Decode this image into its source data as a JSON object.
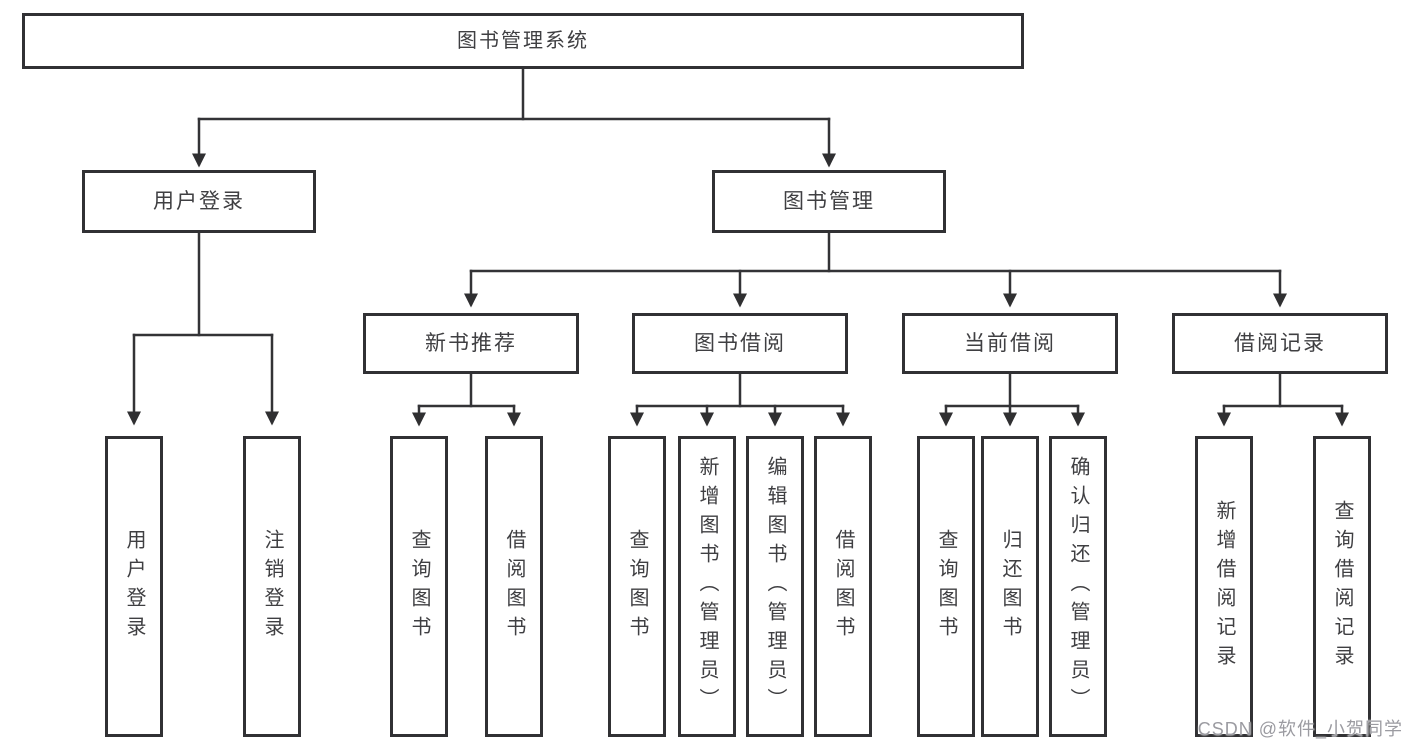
{
  "colors": {
    "background": "#ffffff",
    "line": "#333336",
    "box_border": "#313134",
    "box_fill": "#ffffff",
    "text": "#3f3f42",
    "watermark": "#9b9ba1"
  },
  "watermark": {
    "text": "CSDN @软件_小贺同学"
  },
  "tree": {
    "label": "图书管理系统",
    "children": [
      {
        "label": "用户登录",
        "children": [
          {
            "label": "用户登录"
          },
          {
            "label": "注销登录"
          }
        ]
      },
      {
        "label": "图书管理",
        "children": [
          {
            "label": "新书推荐",
            "children": [
              {
                "label": "查询图书"
              },
              {
                "label": "借阅图书"
              }
            ]
          },
          {
            "label": "图书借阅",
            "children": [
              {
                "label": "查询图书"
              },
              {
                "label": "新增图书（管理员）"
              },
              {
                "label": "编辑图书（管理员）"
              },
              {
                "label": "借阅图书"
              }
            ]
          },
          {
            "label": "当前借阅",
            "children": [
              {
                "label": "查询图书"
              },
              {
                "label": "归还图书"
              },
              {
                "label": "确认归还（管理员）"
              }
            ]
          },
          {
            "label": "借阅记录",
            "children": [
              {
                "label": "新增借阅记录"
              },
              {
                "label": "查询借阅记录"
              }
            ]
          }
        ]
      }
    ]
  }
}
